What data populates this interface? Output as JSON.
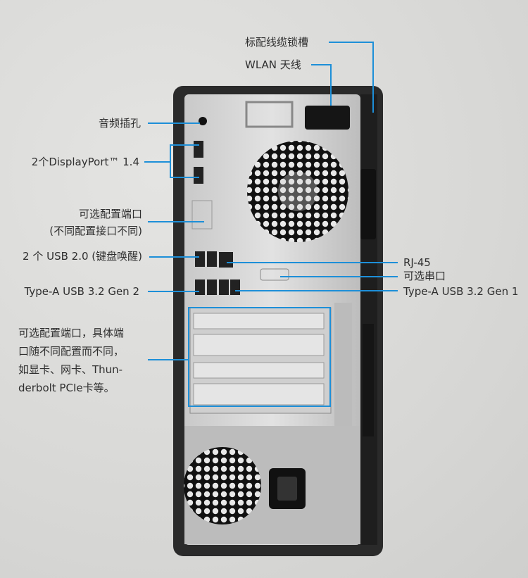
{
  "accent_color": "#1d8fd8",
  "labels": {
    "cable_lock": "标配线缆锁槽",
    "wlan": "WLAN 天线",
    "audio": "音频插孔",
    "displayport": "2个DisplayPort™ 1.4",
    "optional_port_1": "可选配置端口",
    "optional_port_2": "(不同配置接口不同)",
    "usb2": "2 个 USB 2.0 (键盘唤醒)",
    "usb32_gen2": "Type-A USB 3.2 Gen 2",
    "rj45": "RJ-45",
    "serial": "可选串口",
    "usb32_gen1": "Type-A USB 3.2 Gen 1",
    "pcie_1": "可选配置端口，具体端",
    "pcie_2": "口随不同配置而不同，",
    "pcie_3": "如显卡、网卡、Thun-",
    "pcie_4": "derbolt PCIe卡等。"
  }
}
